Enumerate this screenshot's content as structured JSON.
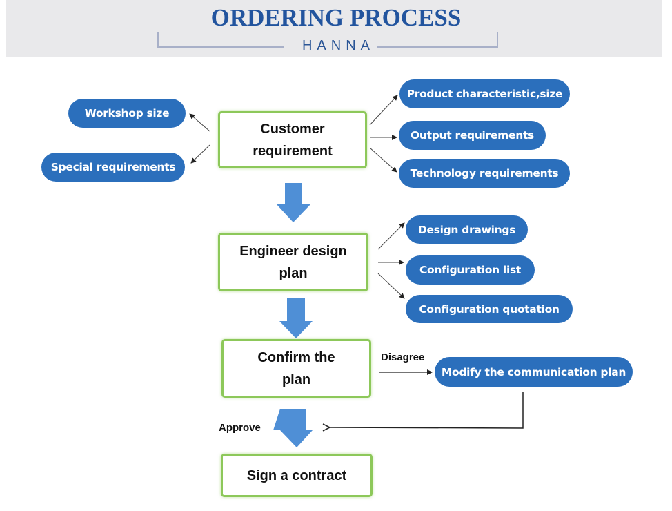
{
  "header": {
    "title": "ORDERING PROCESS",
    "subtitle": "HANNA"
  },
  "colors": {
    "title": "#22549e",
    "pill": "#2b6fbc",
    "step_border": "#8dc85a",
    "block_arrow": "#4f8fd6",
    "header_band": "#e9e9eb"
  },
  "steps": [
    {
      "id": "customer",
      "label": "Customer requirement"
    },
    {
      "id": "engineer",
      "label": "Engineer design plan"
    },
    {
      "id": "confirm",
      "label": "Confirm the plan"
    },
    {
      "id": "sign",
      "label": "Sign a contract"
    }
  ],
  "customer_left": [
    {
      "label": "Workshop size"
    },
    {
      "label": "Special requirements"
    }
  ],
  "customer_right": [
    {
      "label": "Product characteristic,size"
    },
    {
      "label": "Output requirements"
    },
    {
      "label": "Technology requirements"
    }
  ],
  "engineer_right": [
    {
      "label": "Design drawings"
    },
    {
      "label": "Configuration list"
    },
    {
      "label": "Configuration quotation"
    }
  ],
  "confirm_branch": {
    "disagree_label": "Disagree",
    "modify_label": "Modify the communication plan",
    "approve_label": "Approve"
  }
}
